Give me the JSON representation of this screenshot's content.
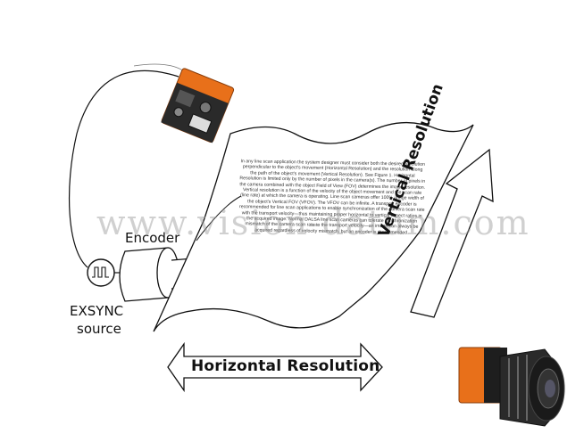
{
  "labels": {
    "encoder": "Encoder",
    "exsync_line1": "EXSYNC",
    "exsync_line2": "source",
    "horizontal_resolution": "Horizontal Resolution",
    "vertical_resolution": "Vertical Resolution"
  },
  "watermark": "www.vision-datum.com",
  "body_text": "In any line scan application the system designer must consider both the desired resolution perpendicular to the object's movement (Horizontal Resolution) and the resolution along the path of the object's movement (Vertical Resolution). See Figure 1. Horizontal Resolution is limited only by the number of pixels in the camera(s). The number of pixels in the camera combined with the object Field of View (FOV) determines the image resolution. Vertical resolution is a function of the velocity of the object movement and the scan rate (line rate) at which the camera is operating. Line scan cameras offer 100% image width of the object's Vertical FOV (VFOV). The VFOV can be infinite. A transport encoder is recommended for line scan applications to enable synchronization of the camera scan rate with the transport velocity—thus maintaining proper horizontal to vertical aspect ratios in the acquired image. Normal DALSA line scan cameras can tolerate synchronization mismatch of the camera scan rate to the transport velocity—an image can always be acquired regardless of velocity mismatch, but an encoder is recommended.",
  "colors": {
    "camera_orange": "#e8701a",
    "camera_black": "#1e1e1e",
    "outline": "#111111"
  }
}
